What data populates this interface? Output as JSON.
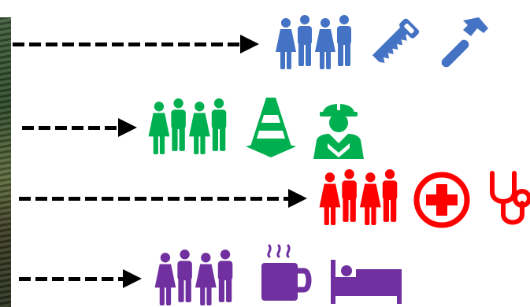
{
  "rows": [
    {
      "id": "row-1",
      "color": "#4472C4",
      "icons": [
        "group-of-four-people-icon",
        "saw-icon",
        "hammer-icon"
      ]
    },
    {
      "id": "row-2",
      "color": "#00B050",
      "icons": [
        "group-of-four-people-icon",
        "traffic-cone-icon",
        "construction-worker-icon"
      ]
    },
    {
      "id": "row-3",
      "color": "#FF0000",
      "icons": [
        "group-of-four-people-icon",
        "medical-cross-icon",
        "stethoscope-icon"
      ]
    },
    {
      "id": "row-4",
      "color": "#7030A0",
      "icons": [
        "group-of-four-people-icon",
        "hot-coffee-mug-icon",
        "bed-icon"
      ]
    }
  ],
  "arrow_color": "#000000"
}
